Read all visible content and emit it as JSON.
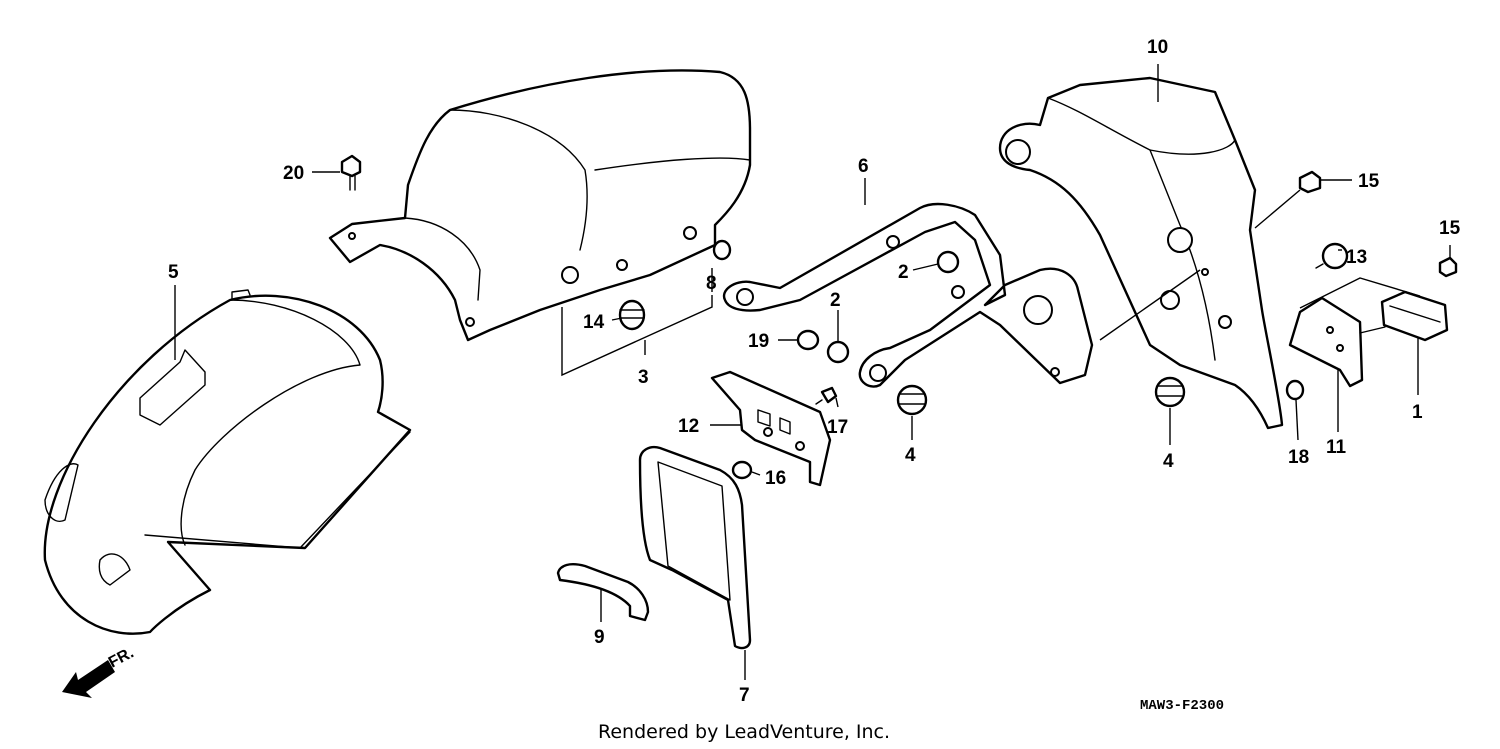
{
  "diagram_code": "MAW3-F2300",
  "credit": "Rendered by LeadVenture, Inc.",
  "direction_label": "FR.",
  "callouts": [
    "1",
    "2",
    "2",
    "3",
    "4",
    "4",
    "5",
    "6",
    "7",
    "8",
    "9",
    "10",
    "11",
    "12",
    "13",
    "14",
    "15",
    "15",
    "16",
    "17",
    "18",
    "19",
    "20"
  ]
}
